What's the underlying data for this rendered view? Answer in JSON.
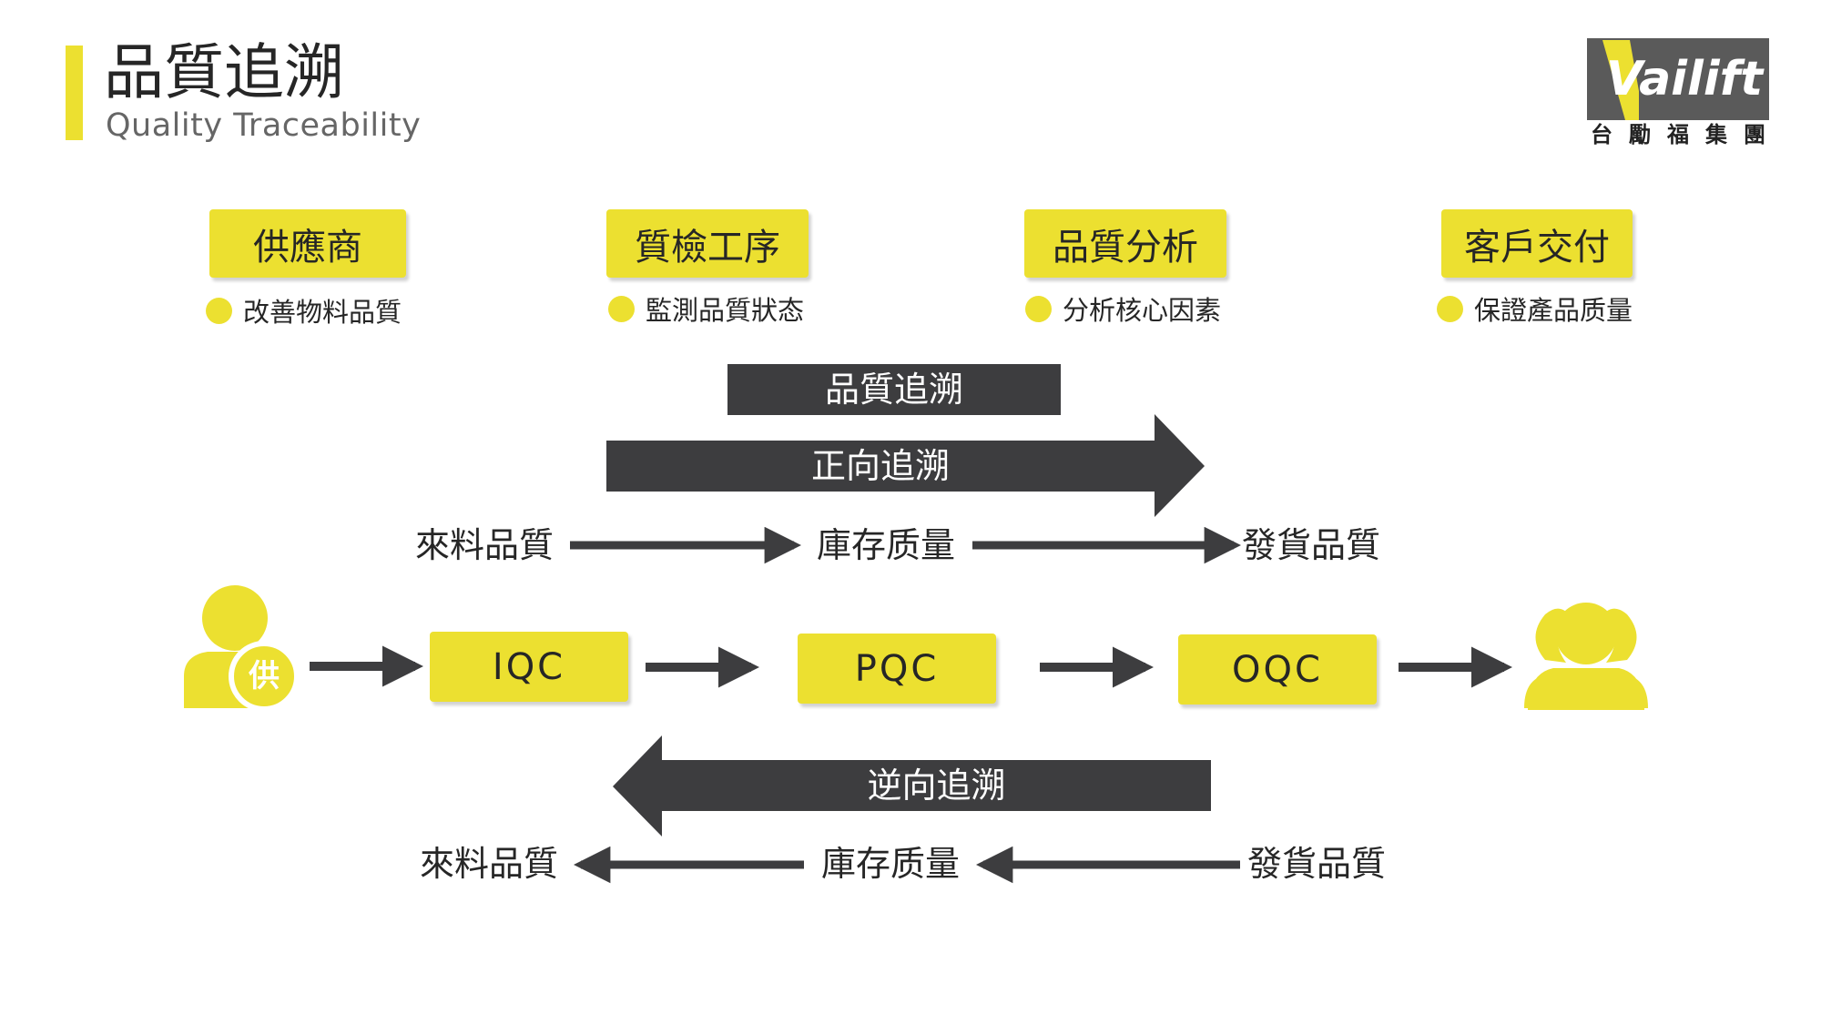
{
  "header": {
    "title": "品質追溯",
    "subtitle": "Quality Traceability"
  },
  "logo": {
    "brand": "Vailift",
    "chars": [
      "台",
      "勵",
      "福",
      "集",
      "團"
    ]
  },
  "stages": [
    {
      "title": "供應商",
      "desc": "改善物料品質"
    },
    {
      "title": "質檢工序",
      "desc": "監測品質狀态"
    },
    {
      "title": "品質分析",
      "desc": "分析核心因素"
    },
    {
      "title": "客戶交付",
      "desc": "保證產品质量"
    }
  ],
  "trace_label": "品質追溯",
  "forward": {
    "label": "正向追溯",
    "steps": [
      "來料品質",
      "庫存质量",
      "發貨品質"
    ]
  },
  "process": {
    "supplier_badge": "供",
    "qc": [
      "IQC",
      "PQC",
      "OQC"
    ]
  },
  "backward": {
    "label": "逆向追溯",
    "steps": [
      "來料品質",
      "庫存质量",
      "發貨品質"
    ]
  },
  "colors": {
    "accent": "#ece030",
    "dark": "#3d3d3f",
    "text": "#262626"
  }
}
